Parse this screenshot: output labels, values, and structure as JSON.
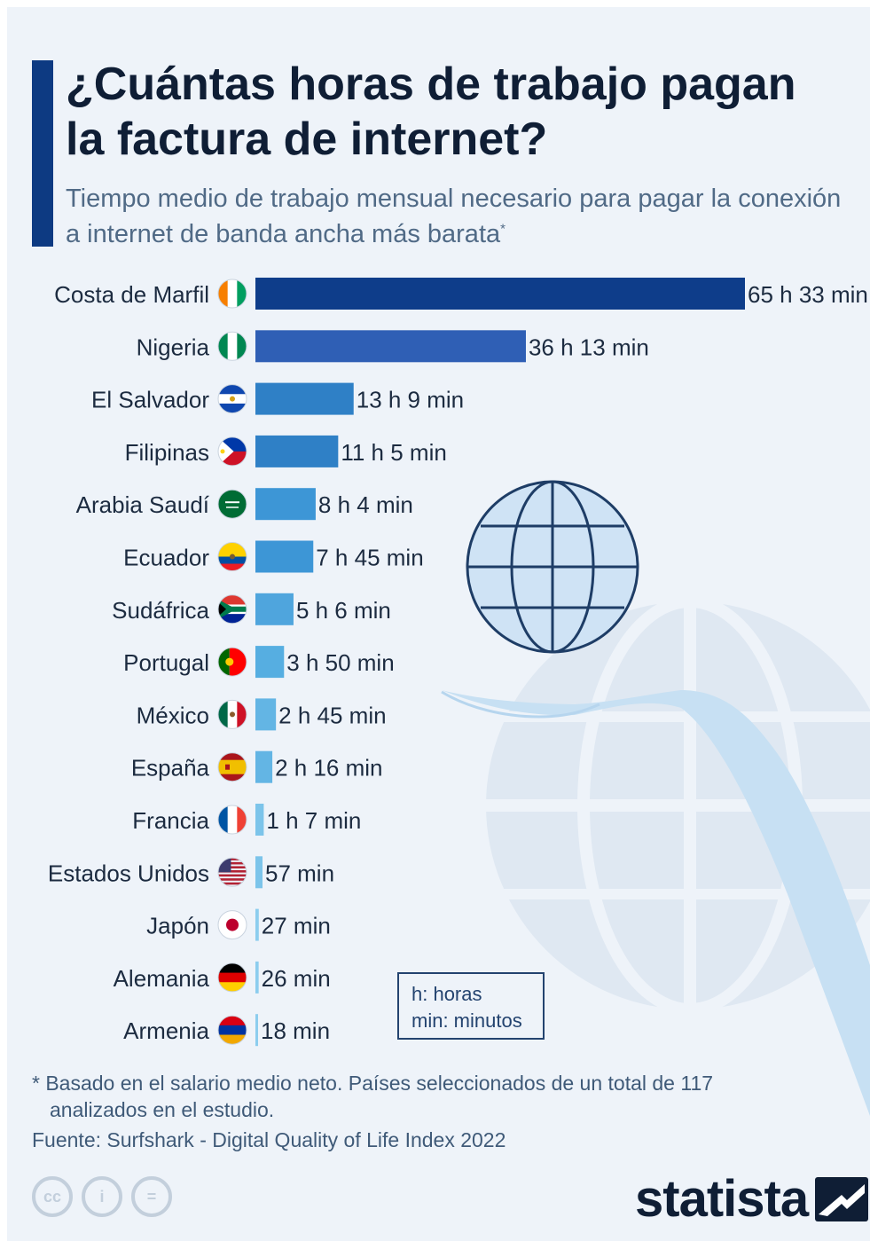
{
  "title": "¿Cuántas horas de trabajo pagan la factura de internet?",
  "subtitle": "Tiempo medio de trabajo mensual necesario para pagar la conexión a internet de banda ancha más barata",
  "subtitle_marker": "*",
  "legend": {
    "line1": "h: horas",
    "line2": "min: minutos"
  },
  "footnote": "* Basado en el salario medio neto. Países seleccionados de un total de 117 analizados en el estudio.",
  "source": "Fuente: Surfshark - Digital Quality of Life Index 2022",
  "brand": "statista",
  "license_icons": [
    "cc-icon",
    "by-person-icon",
    "no-derivatives-icon"
  ],
  "chart_data": {
    "type": "bar",
    "orientation": "horizontal",
    "value_unit": "minutes",
    "categories": [
      "Costa de Marfil",
      "Nigeria",
      "El Salvador",
      "Filipinas",
      "Arabia Saudí",
      "Ecuador",
      "Sudáfrica",
      "Portugal",
      "México",
      "España",
      "Francia",
      "Estados Unidos",
      "Japón",
      "Alemania",
      "Armenia"
    ],
    "values": [
      3933,
      2173,
      789,
      665,
      484,
      465,
      306,
      230,
      165,
      136,
      67,
      57,
      27,
      26,
      18
    ],
    "data_labels": [
      "65 h 33 min",
      "36 h 13 min",
      "13 h 9 min",
      "11 h 5 min",
      "8 h 4 min",
      "7 h 45 min",
      "5 h 6 min",
      "3 h 50 min",
      "2 h 45 min",
      "2 h 16 min",
      "1 h 7 min",
      "57 min",
      "27 min",
      "26 min",
      "18 min"
    ],
    "flag_icons": [
      "flag-costa-de-marfil-icon",
      "flag-nigeria-icon",
      "flag-el-salvador-icon",
      "flag-filipinas-icon",
      "flag-arabia-saudi-icon",
      "flag-ecuador-icon",
      "flag-sudafrica-icon",
      "flag-portugal-icon",
      "flag-mexico-icon",
      "flag-espana-icon",
      "flag-francia-icon",
      "flag-estados-unidos-icon",
      "flag-japon-icon",
      "flag-alemania-icon",
      "flag-armenia-icon"
    ],
    "bar_colors": [
      "#0e3d8a",
      "#2f5fb5",
      "#2f80c6",
      "#2f80c6",
      "#3d96d6",
      "#3d96d6",
      "#4fa5dd",
      "#56aee1",
      "#63b5e4",
      "#63b5e4",
      "#7cc4ea",
      "#7cc4ea",
      "#8ccdee",
      "#8ccdee",
      "#8ccdee"
    ],
    "title": "",
    "xlabel": "",
    "ylabel": "",
    "xlim": [
      0,
      3933
    ],
    "grid": false,
    "legend": "none"
  }
}
